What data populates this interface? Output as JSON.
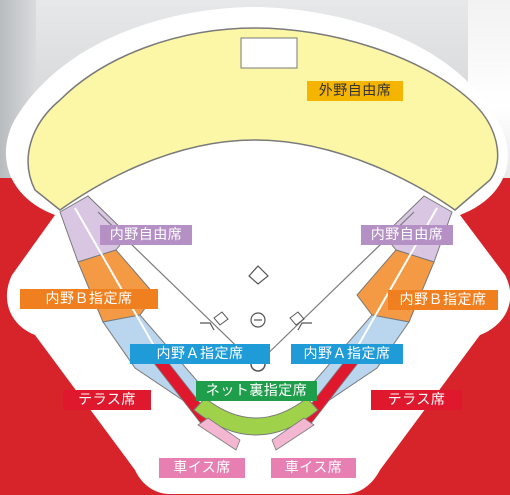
{
  "sections": {
    "outfield_free": {
      "label": "外野自由席",
      "color": "#f4b400"
    },
    "infield_free_left": {
      "label": "内野自由席",
      "color": "#b590c4"
    },
    "infield_free_right": {
      "label": "内野自由席",
      "color": "#b590c4"
    },
    "infield_b_left": {
      "label": "内野Ｂ指定席",
      "color": "#f07f1f"
    },
    "infield_b_right": {
      "label": "内野Ｂ指定席",
      "color": "#f07f1f"
    },
    "infield_a_left": {
      "label": "内野Ａ指定席",
      "color": "#1f9bd8"
    },
    "infield_a_right": {
      "label": "内野Ａ指定席",
      "color": "#1f9bd8"
    },
    "net_reserved": {
      "label": "ネット裏指定席",
      "color": "#1e9e4a"
    },
    "terrace_left": {
      "label": "テラス席",
      "color": "#e0182d"
    },
    "terrace_right": {
      "label": "テラス席",
      "color": "#e0182d"
    },
    "wheelchair_left": {
      "label": "車イス席",
      "color": "#e77fb3"
    },
    "wheelchair_right": {
      "label": "車イス席",
      "color": "#e77fb3"
    }
  },
  "colors": {
    "outfield_stand": "#fbf7a6",
    "infield_free_seats": "#d9c6e3",
    "infield_b_seats": "#f49a45",
    "infield_a_seats": "#b9d6ee",
    "net_seats": "#9fd14a",
    "wheelchair_seats": "#f4b7d2",
    "terrace_seats": "#e0182d",
    "background_red": "#d6242a",
    "field": "#ffffff"
  }
}
